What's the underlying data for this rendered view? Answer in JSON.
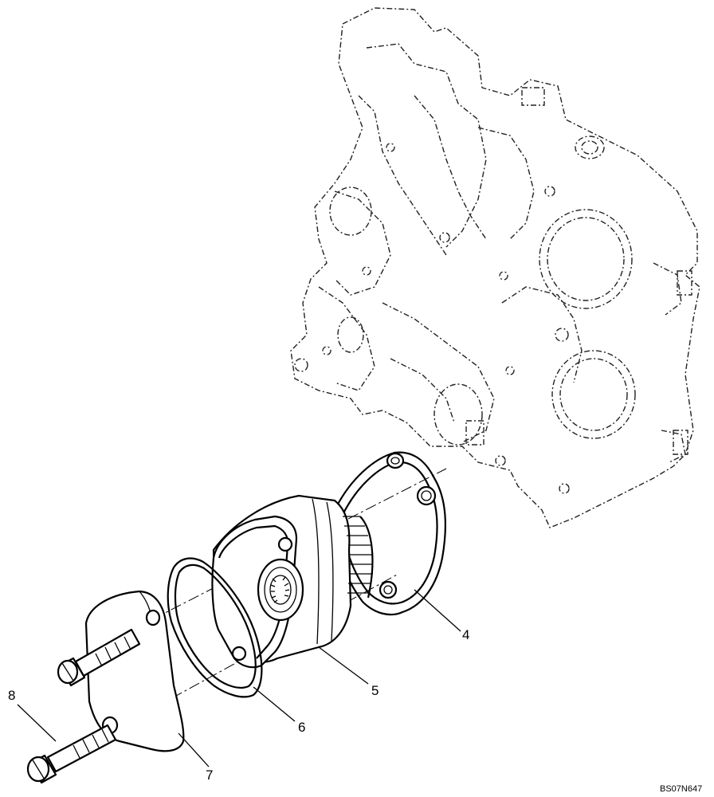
{
  "callouts": {
    "part_4": "4",
    "part_5": "5",
    "part_6": "6",
    "part_7": "7",
    "part_8": "8"
  },
  "drawing_code": "BS07N647",
  "colors": {
    "line": "#000000",
    "background": "#ffffff"
  }
}
